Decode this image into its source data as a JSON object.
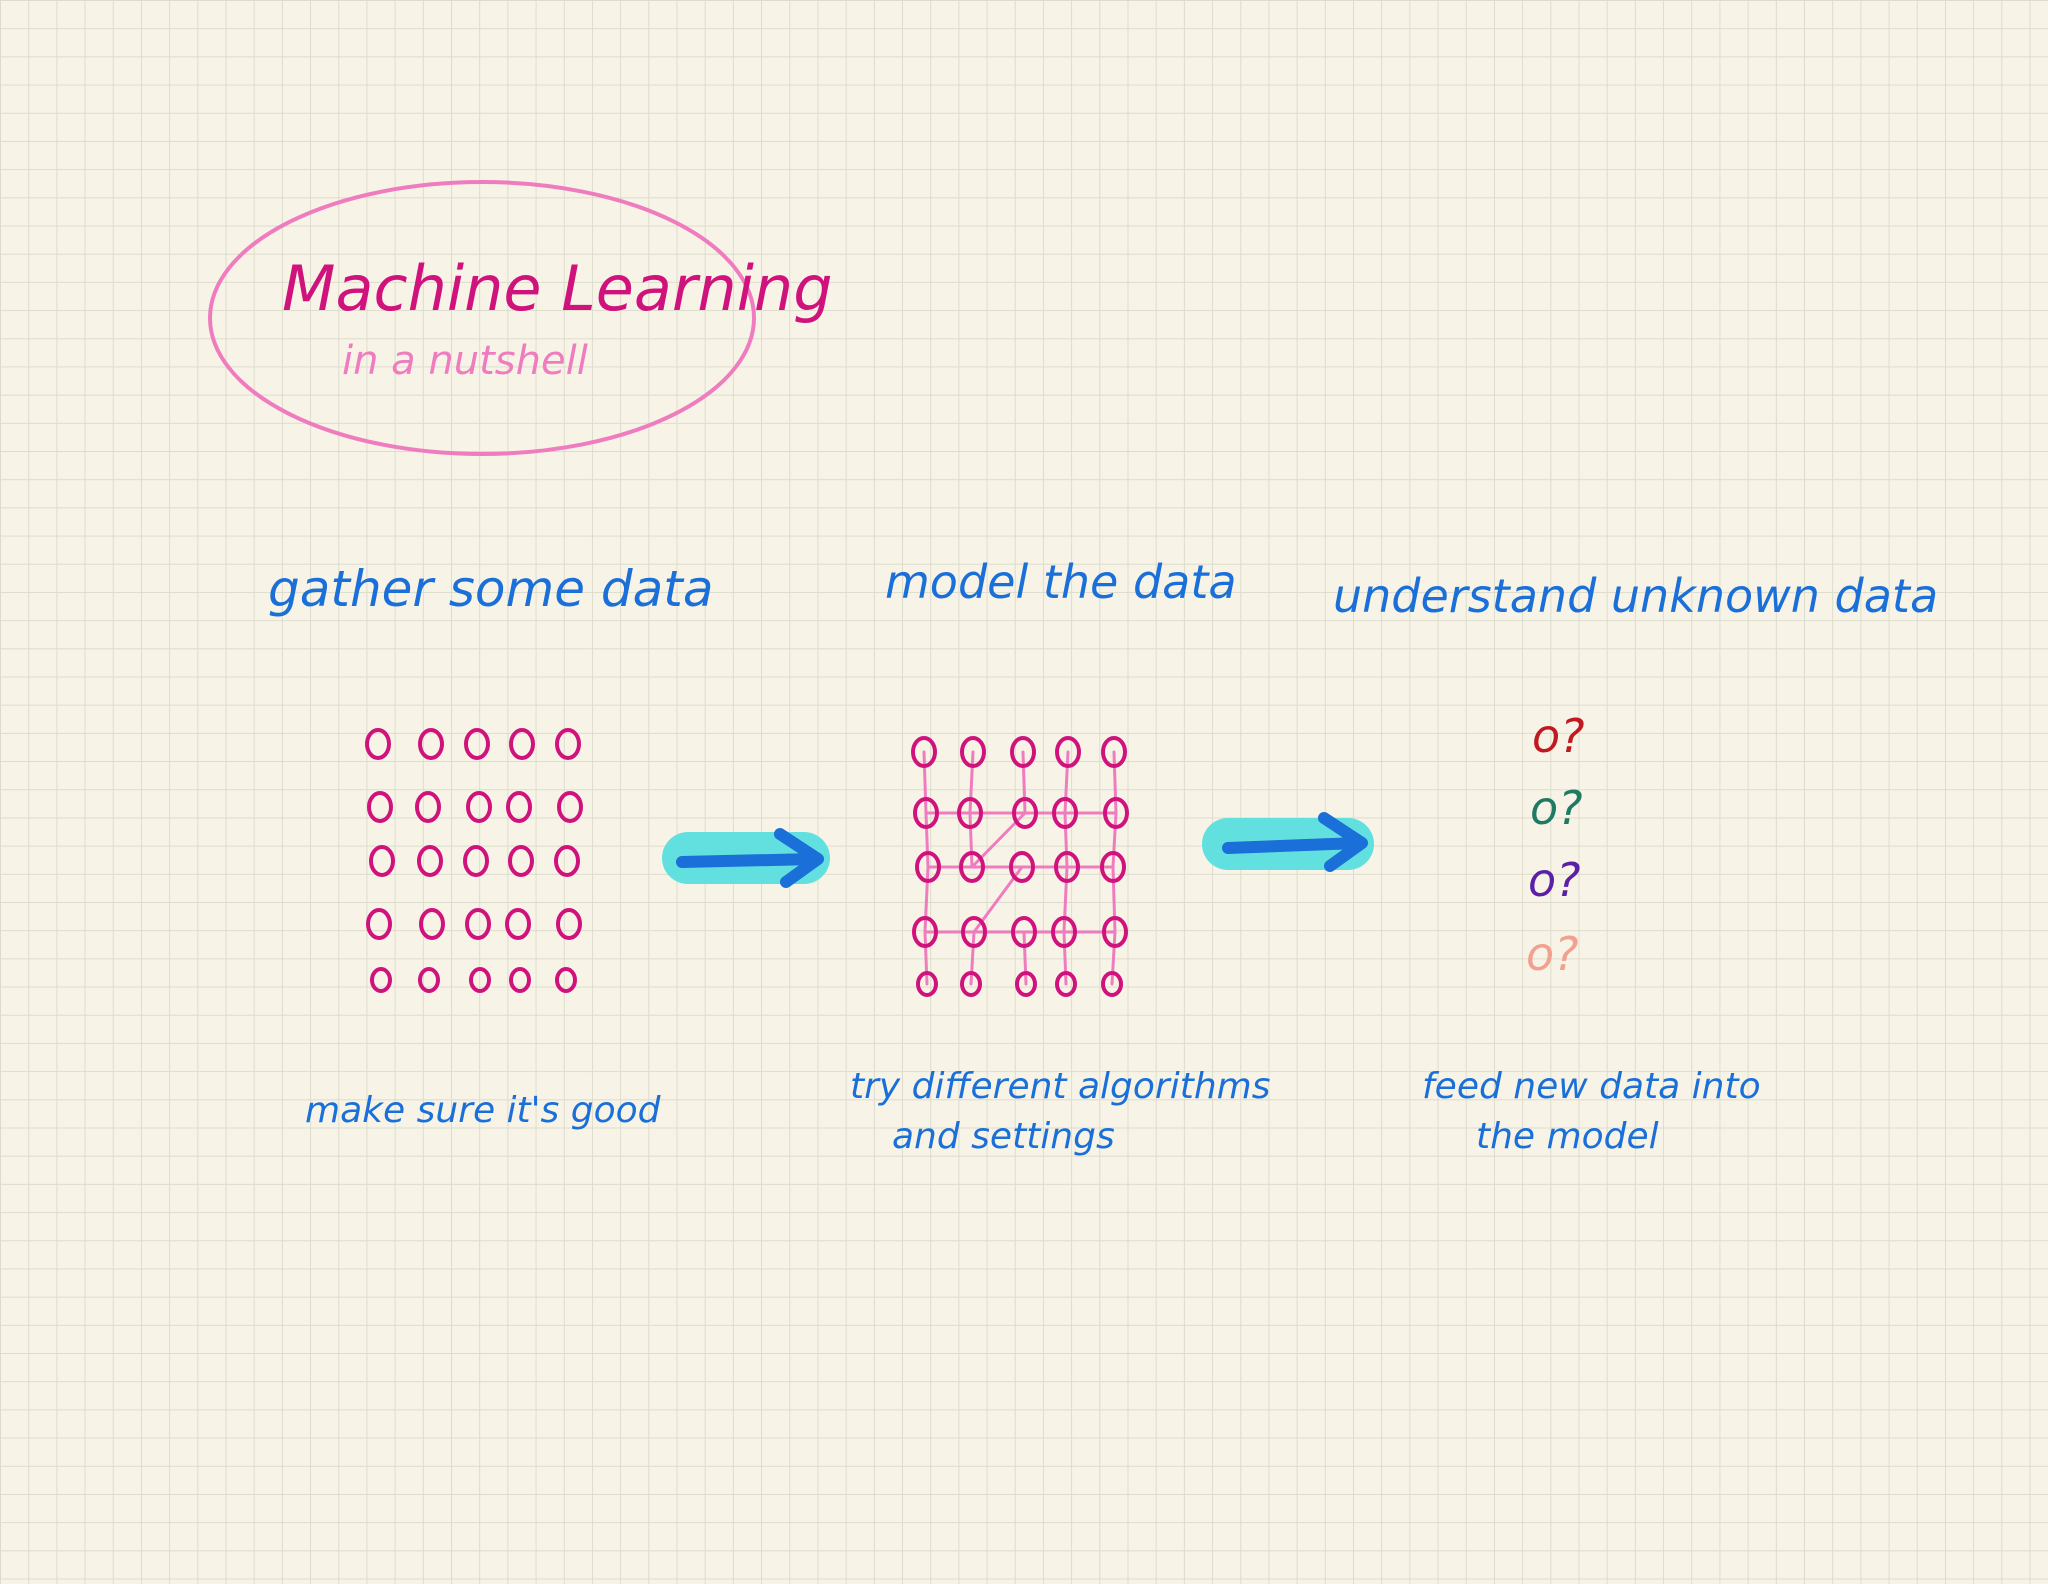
{
  "title": {
    "main": "Machine Learning",
    "subtitle": "in a nutshell"
  },
  "steps": [
    {
      "heading": "gather some data",
      "caption_lines": [
        "make sure it's good"
      ]
    },
    {
      "heading": "model the data",
      "caption_lines": [
        "try different algorithms",
        "and settings"
      ]
    },
    {
      "heading": "understand unknown data",
      "caption_lines": [
        "feed new data into",
        "the model"
      ]
    }
  ],
  "unknown_data": [
    {
      "symbol": "o?",
      "color": "#c0191f"
    },
    {
      "symbol": "o?",
      "color": "#1f7a62"
    },
    {
      "symbol": "o?",
      "color": "#5b1fa8"
    },
    {
      "symbol": "o?",
      "color": "#f2a090"
    }
  ],
  "colors": {
    "title": "#d0127d",
    "subtitle": "#f07cc0",
    "ellipse": "#f07cc0",
    "text_blue": "#1a6fd8",
    "data_point": "#d0127d",
    "connection": "#f07cc0",
    "arrow": "#1a6fd8",
    "arrow_highlight": "#62e0e0"
  },
  "icons": [
    "arrow-right-icon",
    "arrow-right-icon"
  ]
}
